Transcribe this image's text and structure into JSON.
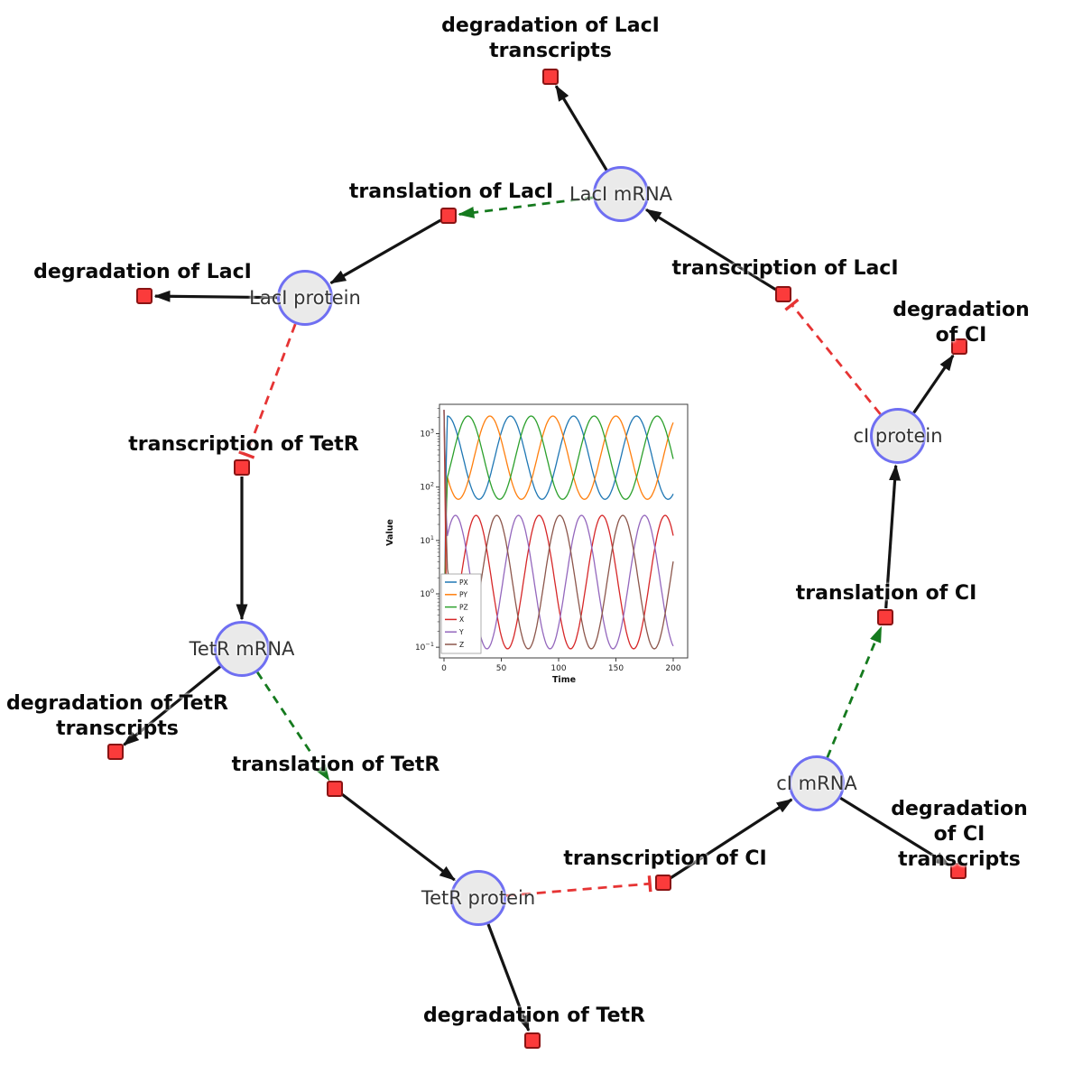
{
  "diagram": {
    "species": [
      {
        "id": "laci_mrna",
        "label": "LacI mRNA"
      },
      {
        "id": "laci_protein",
        "label": "LacI protein"
      },
      {
        "id": "ci_protein",
        "label": "cI protein"
      },
      {
        "id": "tetr_mrna",
        "label": "TetR mRNA"
      },
      {
        "id": "ci_mrna",
        "label": "cI mRNA"
      },
      {
        "id": "tetr_protein",
        "label": "TetR protein"
      }
    ],
    "reactions": [
      {
        "id": "deg_laci_tx",
        "label": "degradation of LacI\ntranscripts"
      },
      {
        "id": "transl_laci",
        "label": "translation of LacI"
      },
      {
        "id": "txn_laci",
        "label": "transcription of LacI"
      },
      {
        "id": "deg_laci",
        "label": "degradation of LacI"
      },
      {
        "id": "deg_ci",
        "label": "degradation of CI"
      },
      {
        "id": "txn_tetr",
        "label": "transcription of TetR"
      },
      {
        "id": "transl_ci",
        "label": "translation of CI"
      },
      {
        "id": "deg_tetr_tx",
        "label": "degradation of TetR\ntranscripts"
      },
      {
        "id": "transl_tetr",
        "label": "translation of TetR"
      },
      {
        "id": "deg_ci_tx",
        "label": "degradation of CI\ntranscripts"
      },
      {
        "id": "txn_ci",
        "label": "transcription of CI"
      },
      {
        "id": "deg_tetr",
        "label": "degradation of TetR"
      }
    ],
    "edges": [
      {
        "source": "laci_mrna",
        "target": "deg_laci_tx",
        "type": "consumption"
      },
      {
        "source": "transl_laci",
        "target": "laci_protein",
        "type": "production"
      },
      {
        "source": "txn_laci",
        "target": "laci_mrna",
        "type": "production"
      },
      {
        "source": "laci_protein",
        "target": "deg_laci",
        "type": "consumption"
      },
      {
        "source": "ci_protein",
        "target": "deg_ci",
        "type": "consumption"
      },
      {
        "source": "txn_tetr",
        "target": "tetr_mrna",
        "type": "production"
      },
      {
        "source": "transl_ci",
        "target": "ci_protein",
        "type": "production"
      },
      {
        "source": "tetr_mrna",
        "target": "deg_tetr_tx",
        "type": "consumption"
      },
      {
        "source": "transl_tetr",
        "target": "tetr_protein",
        "type": "production"
      },
      {
        "source": "ci_mrna",
        "target": "deg_ci_tx",
        "type": "consumption"
      },
      {
        "source": "txn_ci",
        "target": "ci_mrna",
        "type": "production"
      },
      {
        "source": "tetr_protein",
        "target": "deg_tetr",
        "type": "consumption"
      },
      {
        "source": "laci_mrna",
        "target": "transl_laci",
        "type": "modifier"
      },
      {
        "source": "tetr_mrna",
        "target": "transl_tetr",
        "type": "modifier"
      },
      {
        "source": "ci_mrna",
        "target": "transl_ci",
        "type": "modifier"
      },
      {
        "source": "laci_protein",
        "target": "txn_tetr",
        "type": "inhibition"
      },
      {
        "source": "ci_protein",
        "target": "txn_laci",
        "type": "inhibition"
      },
      {
        "source": "tetr_protein",
        "target": "txn_ci",
        "type": "inhibition"
      }
    ],
    "colors": {
      "species_fill": "#eaeaea",
      "species_border": "#6f6ff2",
      "reaction_fill": "#fb3b3b",
      "reaction_border": "#8a1414",
      "edge_black": "#141414",
      "edge_modifier_green": "#157a1e",
      "edge_inhibition_red": "#e63434"
    }
  },
  "chart_data": {
    "type": "line",
    "title": "",
    "xlabel": "Time",
    "ylabel": "Value",
    "y_scale": "log",
    "xlim": [
      0,
      200
    ],
    "ylim_log_exponents": [
      -1.2,
      3.55
    ],
    "x_ticks": [
      0,
      50,
      100,
      150,
      200
    ],
    "y_tick_exponents": [
      -1,
      0,
      1,
      2,
      3
    ],
    "legend_position": "lower left",
    "grid": false,
    "series": [
      {
        "name": "PX",
        "color": "#1f77b4",
        "log_mid": 2.55,
        "log_amp": 0.78,
        "period": 55,
        "peak_t": 58,
        "start_value": 0.12,
        "description": "protein oscillation approx 60 to 2100, period ~55"
      },
      {
        "name": "PY",
        "color": "#ff7f0e",
        "log_mid": 2.55,
        "log_amp": 0.78,
        "period": 55,
        "peak_t": 40,
        "start_value": 0.12,
        "description": "protein oscillation approx 60 to 2100, period ~55"
      },
      {
        "name": "PZ",
        "color": "#2ca02c",
        "log_mid": 2.55,
        "log_amp": 0.78,
        "period": 55,
        "peak_t": 76,
        "start_value": 0.12,
        "description": "protein oscillation approx 60 to 2100, period ~55"
      },
      {
        "name": "X",
        "color": "#d62728",
        "log_mid": 0.22,
        "log_amp": 1.25,
        "period": 55,
        "peak_t": 83,
        "start_value": 2800,
        "description": "mRNA oscillation approx 0.1 to 30, period ~55"
      },
      {
        "name": "Y",
        "color": "#9467bd",
        "log_mid": 0.22,
        "log_amp": 1.25,
        "period": 55,
        "peak_t": 65,
        "start_value": 2800,
        "description": "mRNA oscillation approx 0.1 to 30, period ~55"
      },
      {
        "name": "Z",
        "color": "#8c564b",
        "log_mid": 0.22,
        "log_amp": 1.25,
        "period": 55,
        "peak_t": 101,
        "start_value": 2800,
        "description": "mRNA oscillation approx 0.1 to 30, period ~55"
      }
    ]
  }
}
